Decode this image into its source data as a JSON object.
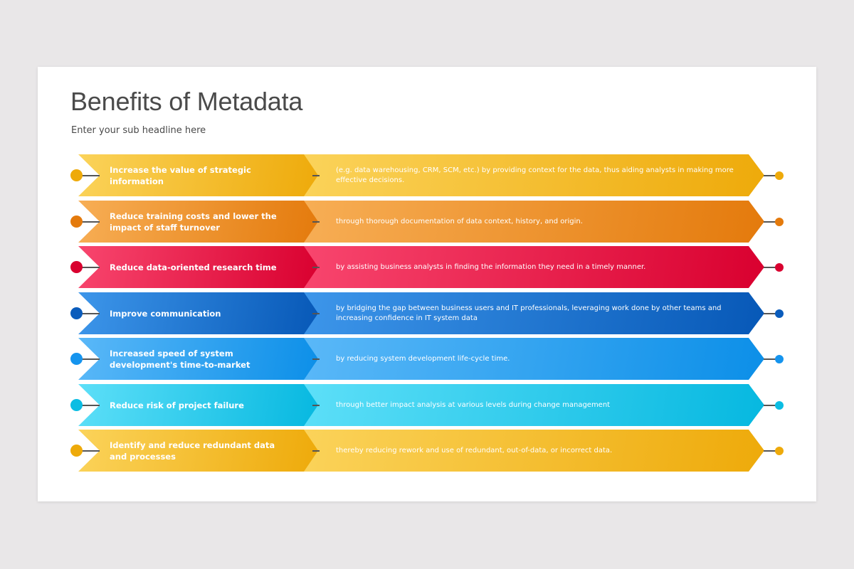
{
  "slide": {
    "title": "Benefits of Metadata",
    "subtitle": "Enter your sub headline here"
  },
  "rows": [
    {
      "benefit": "Increase the value of strategic information",
      "detail": "(e.g. data warehousing, CRM, SCM, etc.) by providing context for the data, thus aiding analysts in making more effective decisions.",
      "color_light": "#fbd35a",
      "color_dark": "#eeaa0a",
      "dot_color": "#eeaa0a"
    },
    {
      "benefit": "Reduce training costs and lower the impact of staff turnover",
      "detail": "through thorough documentation of data context, history, and origin.",
      "color_light": "#f7ae55",
      "color_dark": "#e47a0c",
      "dot_color": "#e47a0c"
    },
    {
      "benefit": "Reduce data-oriented research time",
      "detail": "by assisting business analysts in finding the information they need in a timely manner.",
      "color_light": "#f8466e",
      "color_dark": "#d9002f",
      "dot_color": "#d9002f"
    },
    {
      "benefit": "Improve communication",
      "detail": "by bridging the gap between business users and IT professionals, leveraging work done by other teams and increasing confidence in IT system data",
      "color_light": "#3d96ea",
      "color_dark": "#0758b7",
      "dot_color": "#0a5cbc"
    },
    {
      "benefit": "Increased speed of system development's time-to-market",
      "detail": "by reducing system development life-cycle time.",
      "color_light": "#5ab8f8",
      "color_dark": "#0c8fe8",
      "dot_color": "#1594ee"
    },
    {
      "benefit": "Reduce risk of project failure",
      "detail": "through better impact analysis at various levels during change management",
      "color_light": "#5ddff8",
      "color_dark": "#06b8e0",
      "dot_color": "#0bbde3"
    },
    {
      "benefit": "Identify and reduce redundant data and processes",
      "detail": "thereby reducing rework and use of redundant, out-of-data, or incorrect data.",
      "color_light": "#fbd35a",
      "color_dark": "#eeaa0a",
      "dot_color": "#eeaa0a"
    }
  ]
}
